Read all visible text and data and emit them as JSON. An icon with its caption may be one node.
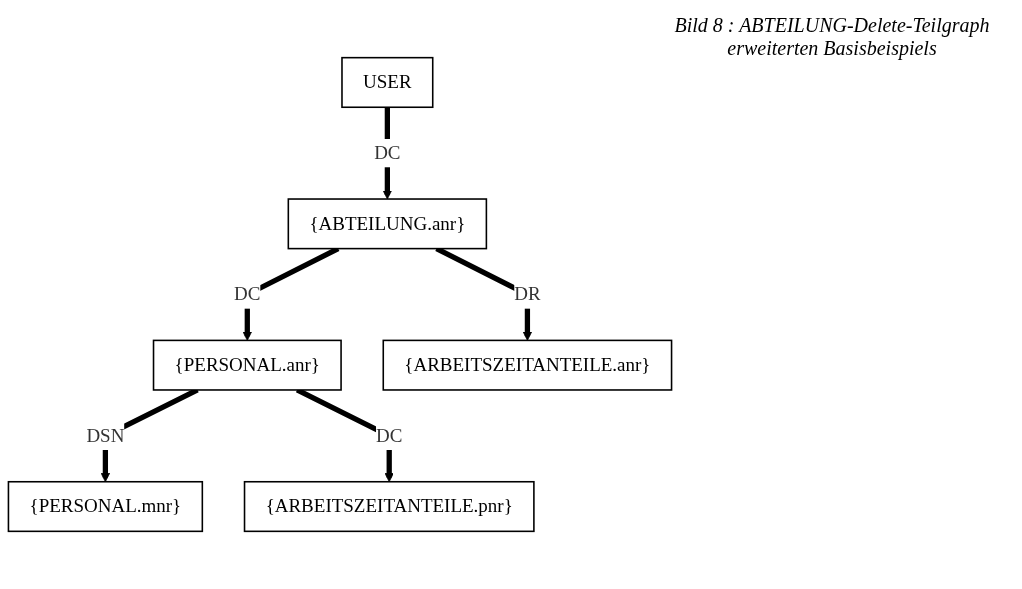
{
  "diagram": {
    "title": "Bild 8 : ABTEILUNG-Delete-Teilgraph erweiterten Basisbeispiels",
    "nodes": [
      {
        "text": [
          "USER"
        ]
      },
      {
        "text": [
          "{ABTEILUNG.anr}"
        ]
      },
      {
        "text": [
          "{PERSONAL.anr}"
        ]
      },
      {
        "text": [
          "{PERSONAL.mnr}"
        ]
      },
      {
        "text": [
          "{ARBEITSZEITANTEILE.pnr}"
        ]
      },
      {
        "text": [
          "{ARBEITSZEITANTEILE.anr}"
        ]
      }
    ],
    "edges": [
      {
        "from": 0,
        "to": 1,
        "arrow": "to",
        "label": "DC"
      },
      {
        "from": 1,
        "to": 2,
        "arrow": "to",
        "label": "DC"
      },
      {
        "from": 1,
        "to": 5,
        "arrow": "to",
        "label": "DR"
      },
      {
        "from": 2,
        "to": 3,
        "arrow": "to",
        "label": "DSN"
      },
      {
        "from": 2,
        "to": 4,
        "arrow": "to",
        "label": "DC"
      }
    ]
  }
}
